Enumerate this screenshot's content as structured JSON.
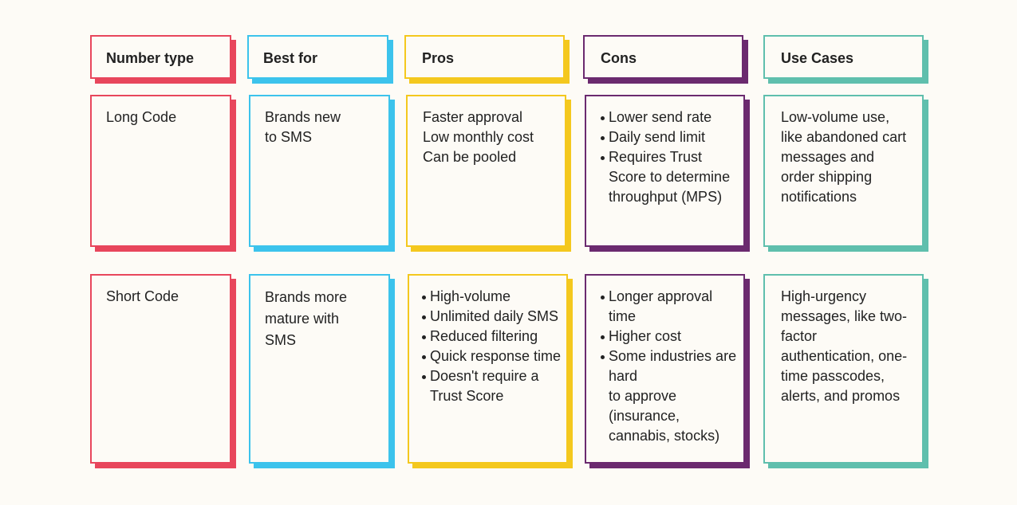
{
  "colors": {
    "number_type": "#e8465c",
    "best_for": "#3cc3ec",
    "pros": "#f4c81e",
    "cons": "#6b2a6f",
    "use_cases": "#5fbfad",
    "background": "#fdfbf6"
  },
  "headers": {
    "number_type": "Number type",
    "best_for": "Best for",
    "pros": "Pros",
    "cons": "Cons",
    "use_cases": "Use Cases"
  },
  "rows": [
    {
      "number_type": "Long Code",
      "best_for": "Brands new\nto SMS",
      "pros": "Faster approval\nLow monthly cost\nCan be pooled",
      "cons": [
        "Lower send rate",
        "Daily send limit",
        "Requires Trust Score to determine throughput (MPS)"
      ],
      "use_cases": "Low-volume use, like abandoned cart messages and order shipping notifications"
    },
    {
      "number_type": "Short Code",
      "best_for": "Brands more mature with SMS",
      "pros": [
        "High-volume",
        "Unlimited daily SMS",
        "Reduced filtering",
        "Quick response time",
        "Doesn't require a Trust Score"
      ],
      "cons": [
        "Longer approval time",
        "Higher cost",
        "Some industries are hard\nto approve (insurance, cannabis, stocks)"
      ],
      "use_cases": "High-urgency messages, like two-factor authentication, one-time passcodes, alerts, and promos"
    }
  ]
}
